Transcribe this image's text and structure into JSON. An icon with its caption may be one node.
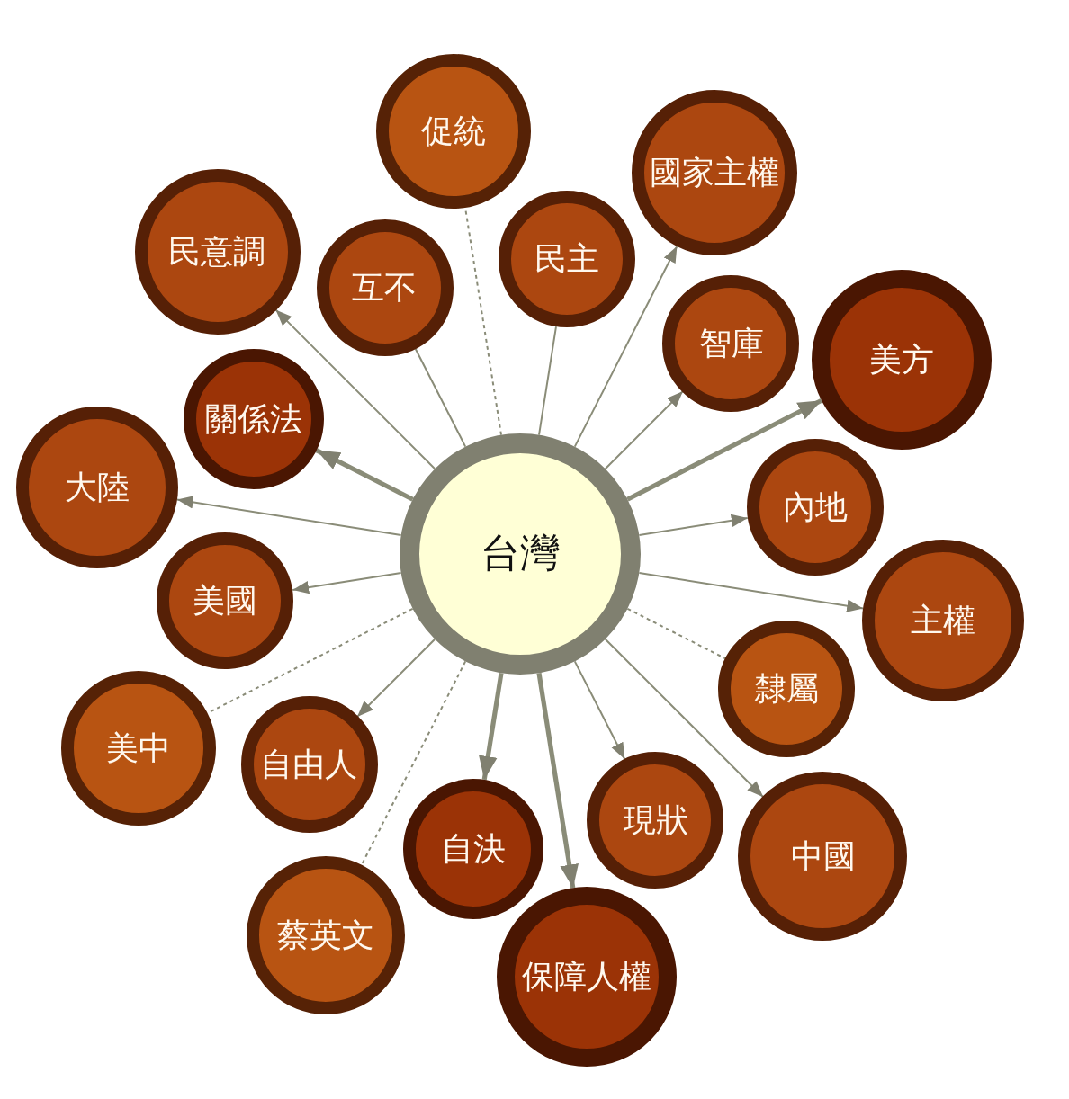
{
  "diagram": {
    "nodes": [
      {
        "text": [
          "台灣"
        ]
      },
      {
        "text": [
          "促統"
        ]
      },
      {
        "text": [
          "國家主權"
        ]
      },
      {
        "text": [
          "互不"
        ]
      },
      {
        "text": [
          "民主"
        ]
      },
      {
        "text": [
          "美方"
        ]
      },
      {
        "text": [
          "智庫"
        ]
      },
      {
        "text": [
          "關係法"
        ]
      },
      {
        "text": [
          "民意調"
        ]
      },
      {
        "text": [
          "內地"
        ]
      },
      {
        "text": [
          "大陸"
        ]
      },
      {
        "text": [
          "主權"
        ]
      },
      {
        "text": [
          "隸屬"
        ]
      },
      {
        "text": [
          "美國"
        ]
      },
      {
        "text": [
          "美中"
        ]
      },
      {
        "text": [
          "自決"
        ]
      },
      {
        "text": [
          "保障人權"
        ]
      },
      {
        "text": [
          "中國"
        ]
      },
      {
        "text": [
          "自由人"
        ]
      },
      {
        "text": [
          "蔡英文"
        ]
      },
      {
        "text": [
          "現狀"
        ]
      }
    ],
    "edges": [
      {
        "from": 0,
        "to": 1,
        "arrow": "none",
        "style": "dashed"
      },
      {
        "from": 0,
        "to": 2,
        "arrow": "to"
      },
      {
        "from": 0,
        "to": 3,
        "arrow": "none"
      },
      {
        "from": 0,
        "to": 4,
        "arrow": "none"
      },
      {
        "from": 0,
        "to": 5,
        "arrow": "to",
        "style": "thick"
      },
      {
        "from": 0,
        "to": 6,
        "arrow": "to"
      },
      {
        "from": 0,
        "to": 7,
        "arrow": "to",
        "style": "thick"
      },
      {
        "from": 0,
        "to": 8,
        "arrow": "to"
      },
      {
        "from": 0,
        "to": 9,
        "arrow": "to"
      },
      {
        "from": 0,
        "to": 10,
        "arrow": "to"
      },
      {
        "from": 0,
        "to": 11,
        "arrow": "to"
      },
      {
        "from": 0,
        "to": 12,
        "arrow": "none",
        "style": "dashed"
      },
      {
        "from": 0,
        "to": 13,
        "arrow": "to"
      },
      {
        "from": 0,
        "to": 14,
        "arrow": "none",
        "style": "dashed"
      },
      {
        "from": 0,
        "to": 15,
        "arrow": "to",
        "style": "thick"
      },
      {
        "from": 0,
        "to": 16,
        "arrow": "to",
        "style": "thick"
      },
      {
        "from": 0,
        "to": 17,
        "arrow": "to"
      },
      {
        "from": 0,
        "to": 18,
        "arrow": "to"
      },
      {
        "from": 0,
        "to": 19,
        "arrow": "none",
        "style": "dashed"
      },
      {
        "from": 0,
        "to": 20,
        "arrow": "to"
      }
    ]
  }
}
